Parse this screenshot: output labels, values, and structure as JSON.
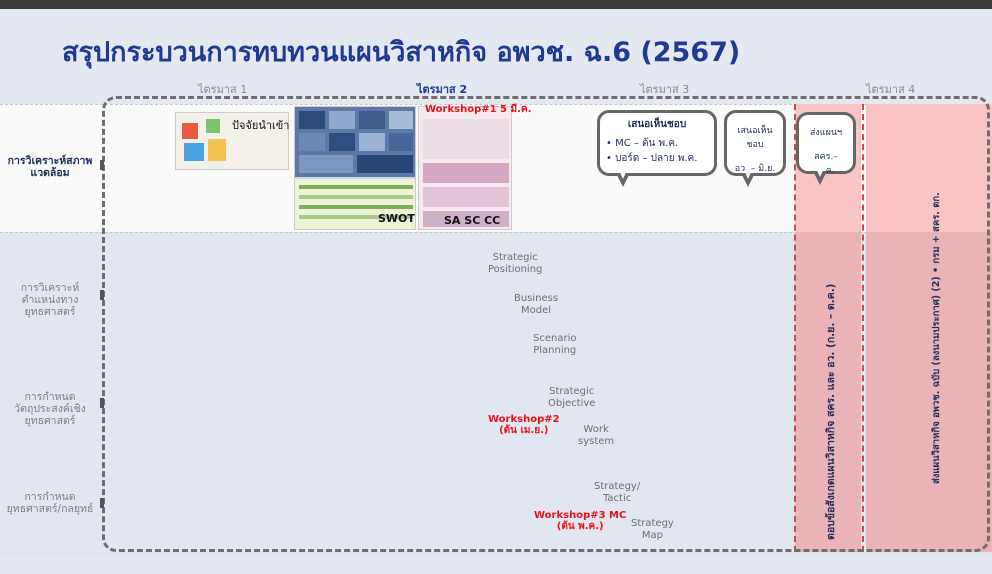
{
  "title": "สรุปกระบวนการทบทวนแผนวิสาหกิจ อพวช. ฉ.6 (2567)",
  "quarters": [
    "ไตรมาส 1",
    "ไตรมาส 2",
    "ไตรมาส 3",
    "ไตรมาส 4"
  ],
  "row_labels": {
    "environment": "การวิเคราะห์สภาพแวดล้อม",
    "positioning": "การวิเคราะห์ตำแหน่งทางยุทธศาสตร์",
    "objective": "การกำหนดวัตถุประสงค์เชิงยุทธศาสตร์",
    "strategy": "การกำหนดยุทธศาสตร์/กลยุทธ์"
  },
  "thumbnails": {
    "inputs_label": "ปัจจัยนำเข้า",
    "swot_label": "SWOT",
    "sa_label": "SA SC CC",
    "workshop1": "Workshop#1 5 มี.ค."
  },
  "steps": {
    "positioning": "Strategic\nPositioning",
    "business": "Business\nModel",
    "scenario": "Scenario\nPlanning",
    "objective": "Strategic\nObjective",
    "work": "Work\nsystem",
    "tactic": "Strategy/\nTactic",
    "map": "Strategy\nMap"
  },
  "workshops": {
    "ws2": "Workshop#2\n(ต้น เม.ย.)",
    "ws3": "Workshop#3 MC\n(ต้น พ.ค.)"
  },
  "bubbles": {
    "b1_title": "เสนอเห็นชอบ",
    "b1_items": [
      "MC – ต้น พ.ค.",
      "บอร์ด – ปลาย พ.ค."
    ],
    "b2_title": "เสนอเห็นชอบ",
    "b2_sub": "อว. – มิ.ย.",
    "b3_title": "ส่งแผนฯ",
    "b3_sub": "สคร.– ก.ค."
  },
  "vertical": {
    "q3": "ตอบข้อสังเกตแผนวิสาหกิจ สคร. และ อว. (ก.ย. – ต.ค.)",
    "q4": "ส่งแผนวิสาหกิจ อพวช. ฉบับ (ลงนามประกาศ) (2) • กรม + สคร. ตก."
  },
  "colors": {
    "title": "#1f3a93",
    "red": "#e3141b",
    "pink": "#f9c4c4"
  }
}
